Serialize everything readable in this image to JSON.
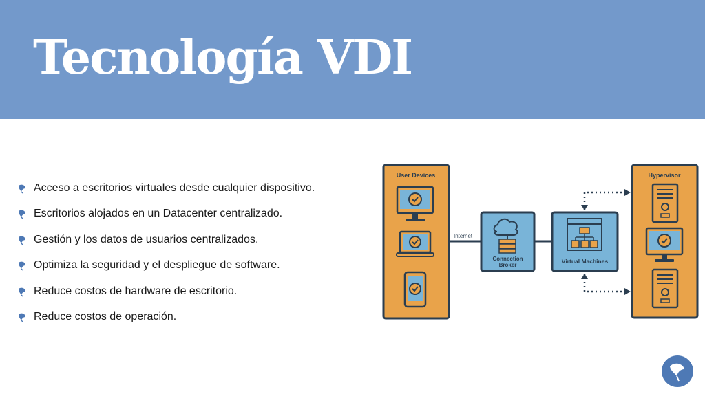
{
  "header": {
    "title": "Tecnología VDI",
    "background_color": "#7399cb"
  },
  "bullets": [
    {
      "icon": "ginkgo-leaf-icon",
      "text": "Acceso a escritorios virtuales desde cualquier dispositivo."
    },
    {
      "icon": "ginkgo-leaf-icon",
      "text": "Escritorios alojados en un Datacenter centralizado."
    },
    {
      "icon": "ginkgo-leaf-icon",
      "text": "Gestión y los datos de usuarios centralizados."
    },
    {
      "icon": "ginkgo-leaf-icon",
      "text": "Optimiza la seguridad y el despliegue de software."
    },
    {
      "icon": "ginkgo-leaf-icon",
      "text": "Reduce costos de hardware de escritorio."
    },
    {
      "icon": "ginkgo-leaf-icon",
      "text": "Reduce costos de operación."
    }
  ],
  "diagram": {
    "user_devices_label": "User Devices",
    "internet_label": "Internet",
    "broker_label_line1": "Connection",
    "broker_label_line2": "Broker",
    "vm_label": "Virtual Machines",
    "hypervisor_label": "Hypervisor",
    "colors": {
      "orange": "#e9a34a",
      "blue": "#79b4d8",
      "navy": "#2b3e50"
    }
  },
  "logo": {
    "icon": "ginkgo-logo-icon",
    "color": "#4e79b5"
  }
}
